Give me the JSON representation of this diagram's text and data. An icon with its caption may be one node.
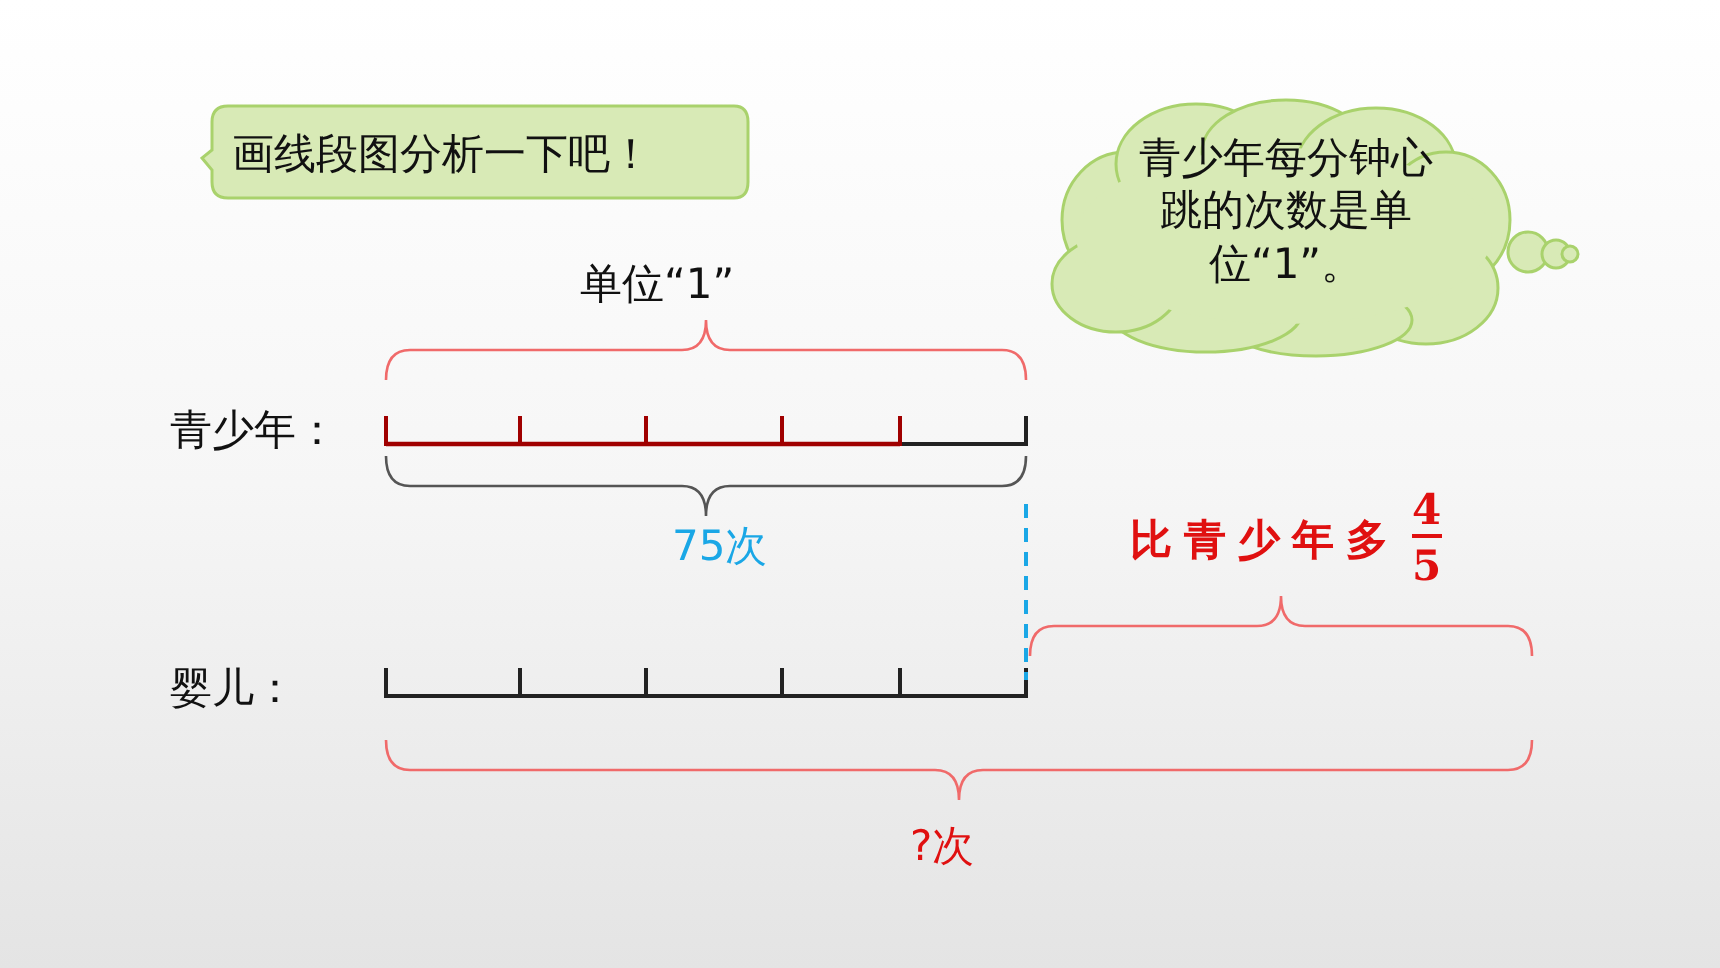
{
  "diagram": {
    "nodes": [
      {
        "text": [
          "画线段图分析一下吧！"
        ]
      },
      {
        "text": [
          "青少年每分钟心跳的次数是单位“1”。"
        ]
      }
    ],
    "labels": [
      "单位“1”",
      "青少年：",
      "75次",
      "比青少年多",
      "4",
      "5",
      "婴儿：",
      "?次"
    ]
  }
}
